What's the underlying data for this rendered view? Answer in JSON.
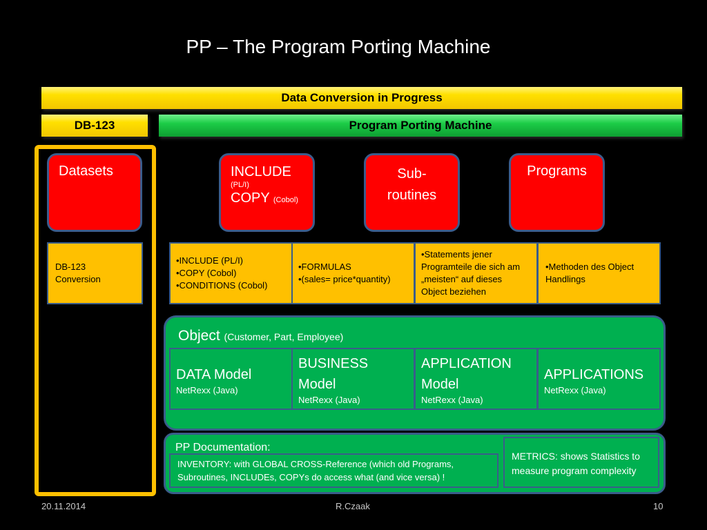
{
  "title": "PP   –   The Program Porting Machine",
  "top_bar": "Data Conversion in Progress",
  "db_bar": "DB-123",
  "ppm_bar": "Program Porting Machine",
  "red_boxes": {
    "datasets": "Datasets",
    "include_main": "INCLUDE",
    "include_sub": "(PL/I)",
    "copy_main": "COPY",
    "copy_sub": "(Cobol)",
    "subroutines": "Sub-routines",
    "programs": "Programs"
  },
  "orange_cells": {
    "db_conv": [
      "DB-123",
      "Conversion"
    ],
    "include": [
      "•INCLUDE (PL/I)",
      "•COPY (Cobol)",
      "•CONDITIONS (Cobol)"
    ],
    "formulas": [
      "•FORMULAS",
      "•(sales= price*quantity)"
    ],
    "statements": [
      "•Statements jener",
      "Programteile die sich am",
      "„meisten“ auf dieses",
      "Object beziehen"
    ],
    "methods": [
      "•Methoden des Object",
      "Handlings"
    ]
  },
  "object_panel": {
    "label": "Object",
    "label_sub": "(Customer, Part, Employee)",
    "cells": [
      {
        "main": "DATA Model",
        "sub": "NetRexx (Java)"
      },
      {
        "main": "BUSINESS Model",
        "sub": "NetRexx (Java)"
      },
      {
        "main": "APPLICATION Model",
        "sub": "NetRexx (Java)"
      },
      {
        "main": "APPLICATIONS",
        "sub": "NetRexx (Java)"
      }
    ]
  },
  "doc_panel": {
    "label": "PP Documentation:",
    "inventory": "INVENTORY:  with GLOBAL CROSS-Reference (which old Programs, Subroutines, INCLUDEs, COPYs do access what (and vice versa) !",
    "metrics": "METRICS: shows Statistics to measure program complexity"
  },
  "footer": {
    "date": "20.11.2014",
    "author": "R.Czaak",
    "page": "10"
  }
}
